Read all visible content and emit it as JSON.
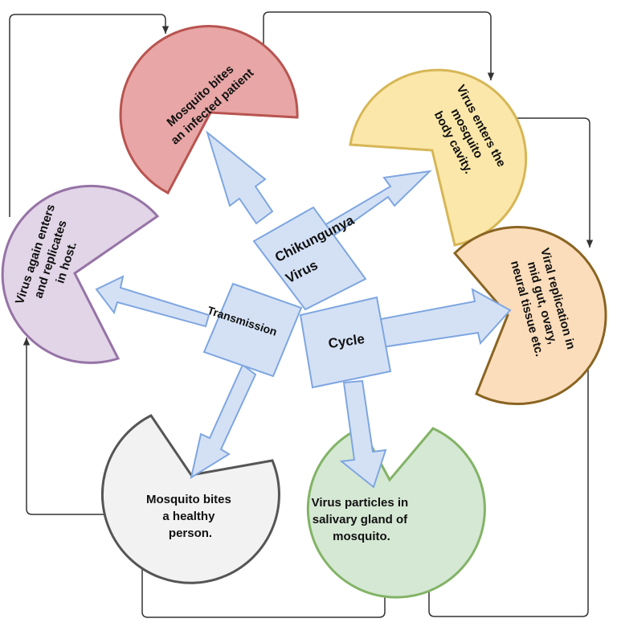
{
  "diagram": {
    "center": {
      "top": [
        "Chikungunya",
        "Virus"
      ],
      "left": "Transmission",
      "right": "Cycle"
    },
    "stages": [
      {
        "id": "bite-infected",
        "lines": [
          "Mosquito bites",
          "an infected patient"
        ],
        "fill": "#E8A6A6",
        "stroke": "#B85450"
      },
      {
        "id": "enters-body",
        "lines": [
          "Virus enters the",
          "mosquito",
          "body cavity."
        ],
        "fill": "#FBE7A9",
        "stroke": "#D6B656"
      },
      {
        "id": "replication",
        "lines": [
          "Viral replication in",
          "mid gut, ovary,",
          "neural tissue etc."
        ],
        "fill": "#FBDDBB",
        "stroke": "#8A6422"
      },
      {
        "id": "salivary",
        "lines": [
          "Virus particles in",
          "salivary gland of",
          "mosquito."
        ],
        "fill": "#D5E8D4",
        "stroke": "#82B366"
      },
      {
        "id": "bite-healthy",
        "lines": [
          "Mosquito bites",
          "a healthy",
          "person."
        ],
        "fill": "#F2F2F2",
        "stroke": "#555555"
      },
      {
        "id": "host",
        "lines": [
          "Virus again enters",
          "and replicates",
          "in host."
        ],
        "fill": "#E1D5E7",
        "stroke": "#9673A6"
      }
    ],
    "colors": {
      "arrow_fill": "#D4E1F5",
      "arrow_stroke": "#7EA6E0",
      "connector": "#333333"
    }
  }
}
